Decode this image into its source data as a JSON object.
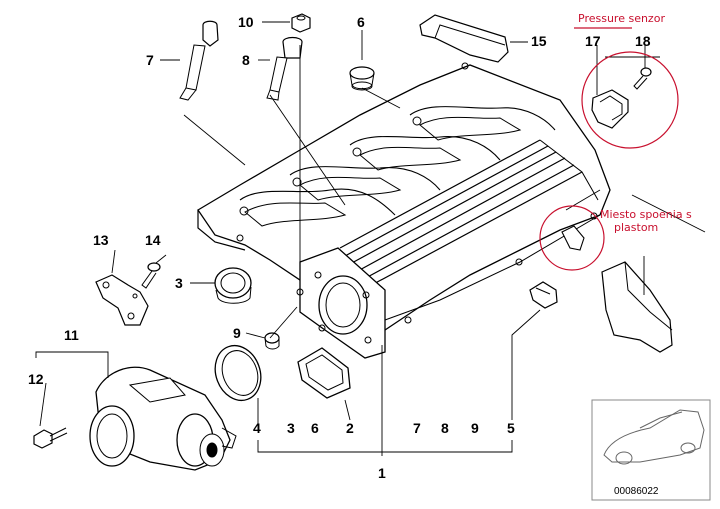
{
  "colors": {
    "line": "#000000",
    "annotation": "#c8102e",
    "part_fill": "#ffffff",
    "shade": "#d9d9d9"
  },
  "callouts": {
    "p1": "1",
    "p2": "2",
    "p3": "3",
    "p3b": "3",
    "p4": "4",
    "p5": "5",
    "p6": "6",
    "p6b": "6",
    "p7": "7",
    "p7b": "7",
    "p8": "8",
    "p8b": "8",
    "p9": "9",
    "p9b": "9",
    "p10": "10",
    "p11": "11",
    "p12": "12",
    "p13": "13",
    "p14": "14",
    "p15": "15",
    "p17": "17",
    "p18": "18"
  },
  "annotations": {
    "pressure_sensor": "Pressure senzor",
    "mounting_line1": "Miesto spoenia s",
    "mounting_line2": "plastom"
  },
  "thumbnail": {
    "caption": "00086022"
  }
}
